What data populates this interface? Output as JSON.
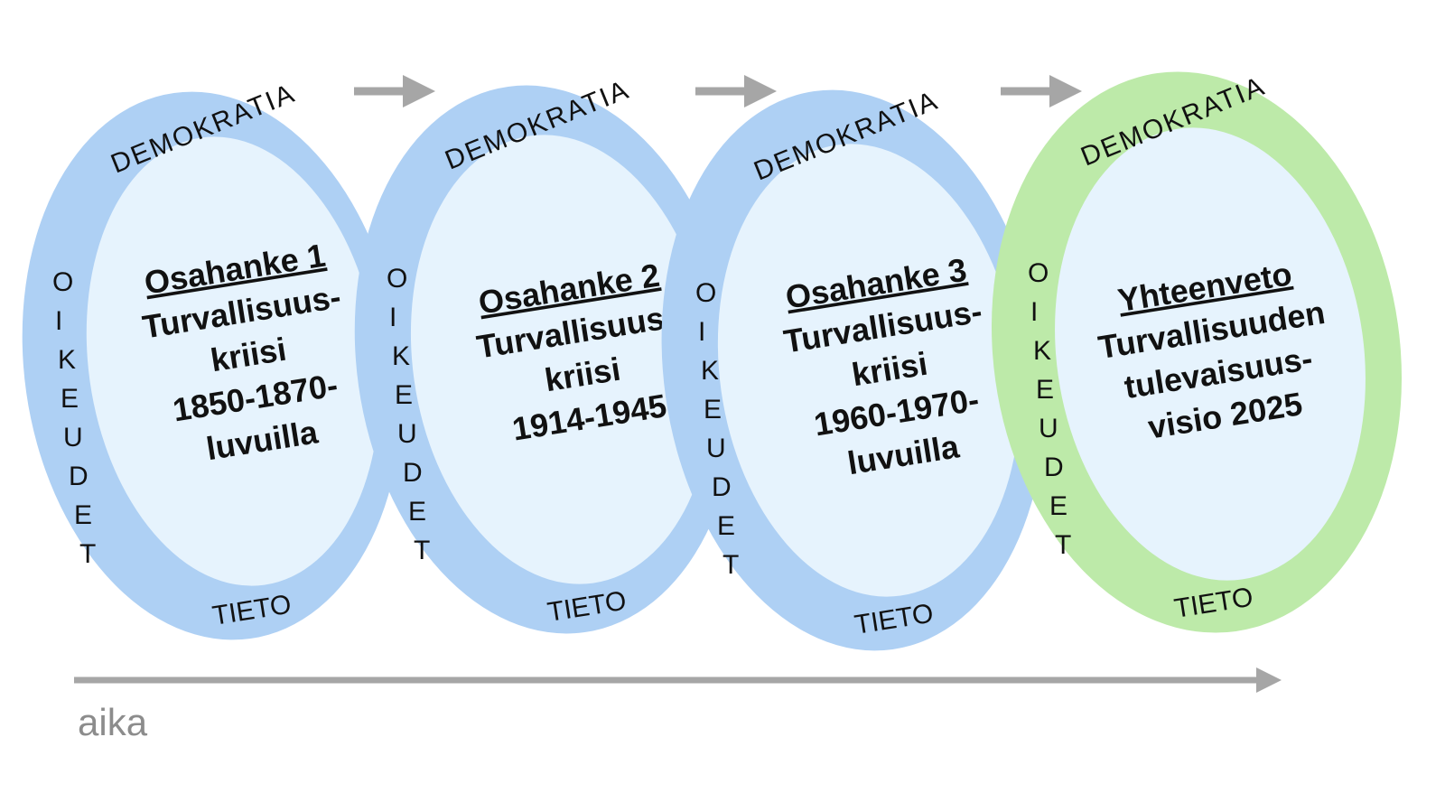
{
  "colors": {
    "ring_blue": "#aed0f4",
    "ring_green": "#bdeaa9",
    "inner": "#e6f3fd",
    "arrow": "#a6a6a6"
  },
  "ring_labels": {
    "top": "DEMOKRATIA",
    "left": "OIKEUDET",
    "bottom": "TIETO"
  },
  "phases": [
    {
      "title": "Osahanke 1",
      "lines": [
        "Turvallisuus-",
        "kriisi",
        "1850-1870-",
        "luvuilla"
      ]
    },
    {
      "title": "Osahanke 2",
      "lines": [
        "Turvallisuus-",
        "kriisi",
        "1914-1945"
      ]
    },
    {
      "title": "Osahanke 3",
      "lines": [
        "Turvallisuus-",
        "kriisi",
        "1960-1970-",
        "luvuilla"
      ]
    },
    {
      "title": "Yhteenveto",
      "lines": [
        "Turvallisuuden",
        "tulevaisuus-",
        "visio 2025"
      ]
    }
  ],
  "axis_label": "aika"
}
